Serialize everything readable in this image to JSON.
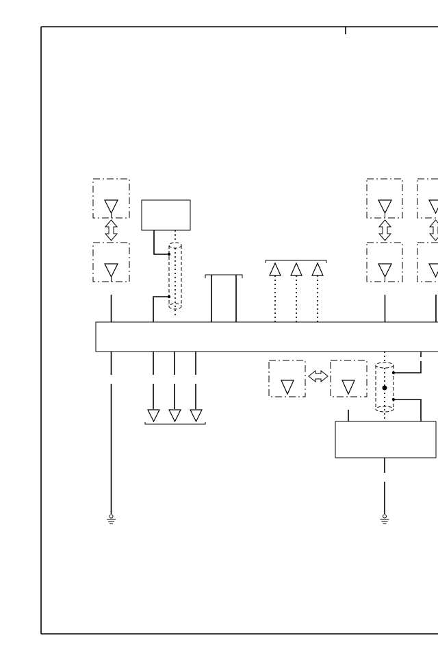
{
  "diagram": {
    "type": "wiring-schematic",
    "text_labels": [],
    "colors": {
      "line": "#000000",
      "background": "#ffffff"
    },
    "components": [
      "frame-border",
      "connector-block-top-left",
      "connector-block-bottom-left",
      "module-box-small",
      "shielded-cable-left",
      "bracket-connector",
      "triangle-terminal-group-top",
      "connector-block-top-right",
      "connector-block-bottom-right",
      "connector-block-top-far-right",
      "connector-block-bottom-far-right",
      "main-bus-bar",
      "triangle-terminal-group-bottom",
      "connector-pair-lower",
      "shielded-cable-right",
      "module-box-large",
      "ground-symbol-left",
      "ground-symbol-right"
    ]
  }
}
